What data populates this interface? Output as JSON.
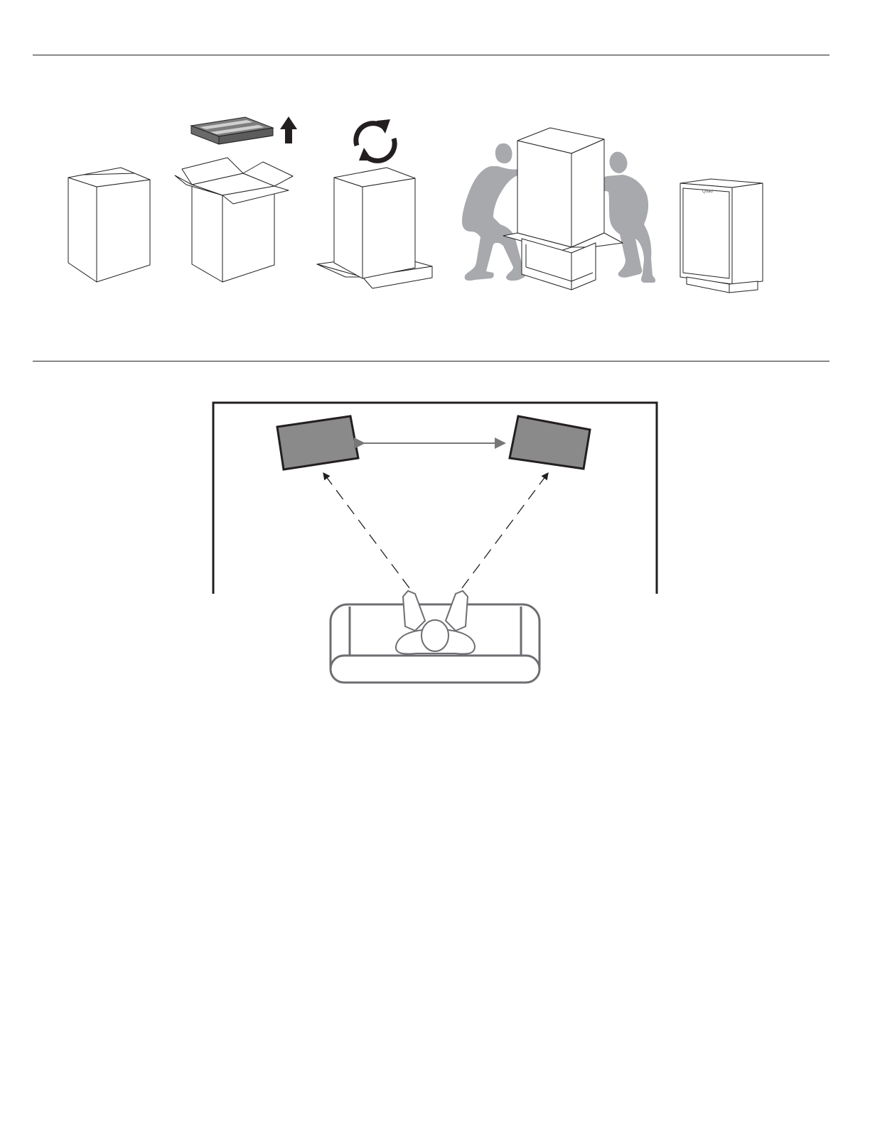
{
  "colors": {
    "line": "#231f20",
    "silhouette": "#a7a9ac",
    "panel_fill": "#8a8a8a",
    "insert_fill": "#7d7d7d",
    "sofa_stroke": "#6d6e71",
    "arrow_gray": "#777777"
  },
  "icons": {
    "lift": "arrow-up-icon",
    "rotate": "rotate-arrows-icon"
  },
  "steps": [
    {
      "name": "closed-box"
    },
    {
      "name": "open-box-remove-insert"
    },
    {
      "name": "flip-box"
    },
    {
      "name": "lift-box-off-speaker"
    },
    {
      "name": "unpacked-speaker"
    }
  ],
  "speaker": {
    "badge": "Quad"
  }
}
